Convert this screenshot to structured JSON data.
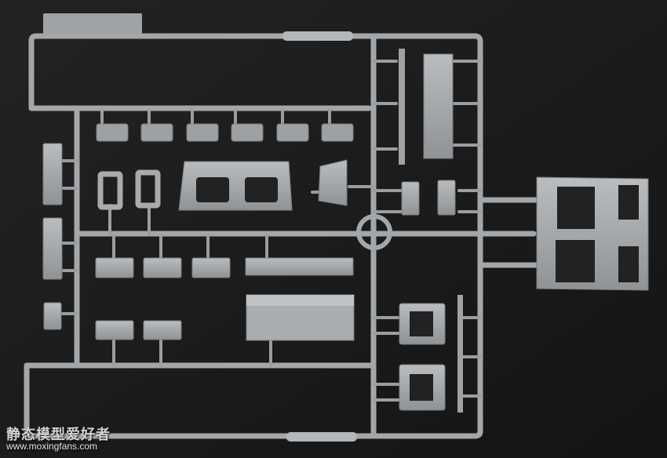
{
  "image": {
    "subject": "plastic model kit sprue",
    "colors": {
      "background": "#1b1b1b",
      "plastic": "#a7abae",
      "plastic_shadow": "#7f8386",
      "plastic_highlight": "#c4c8cb"
    }
  },
  "watermark": {
    "chinese": "静态模型爱好者",
    "url": "www.moxingfans.com"
  }
}
